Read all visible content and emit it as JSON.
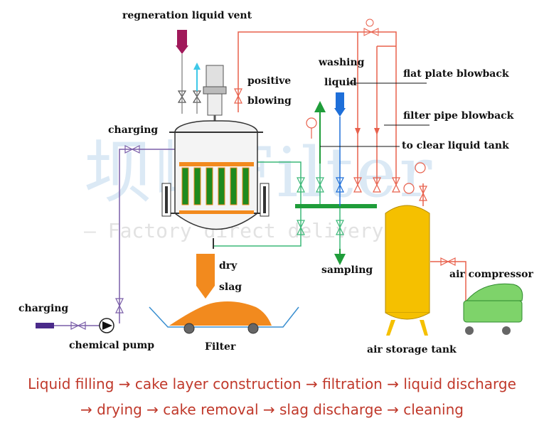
{
  "watermark": {
    "brand": "坝峥Filter",
    "slogan": "— Factory direct delivery —"
  },
  "labels": {
    "regeneration_vent": "regneration liquid vent",
    "positive": "positive",
    "blowing": "blowing",
    "washing": "washing",
    "liquid": "liquid",
    "flat_plate_blowback": "flat plate blowback",
    "filter_pipe_blowback": "filter pipe blowback",
    "to_clear_tank": "to clear liquid tank",
    "charging_top": "charging",
    "charging_left": "charging",
    "chemical_pump": "chemical pump",
    "dry": "dry",
    "slag": "slag",
    "filter": "Filter",
    "sampling": "sampling",
    "air_compressor": "air compressor",
    "air_storage_tank": "air storage tank"
  },
  "caption": {
    "line1": "Liquid filling → cake layer construction → filtration → liquid discharge",
    "line2": "→ drying → cake removal → slag discharge → cleaning"
  },
  "colors": {
    "caption": "#c0392b",
    "liquid_line": "#3cb878",
    "air_line": "#e8604c",
    "charging_line": "#7a5ea8",
    "washing": "#1e6fd9",
    "vent": "#a0195a",
    "slag": "#f28a1e",
    "tank": "#f5c000",
    "compressor": "#7ed36a"
  }
}
